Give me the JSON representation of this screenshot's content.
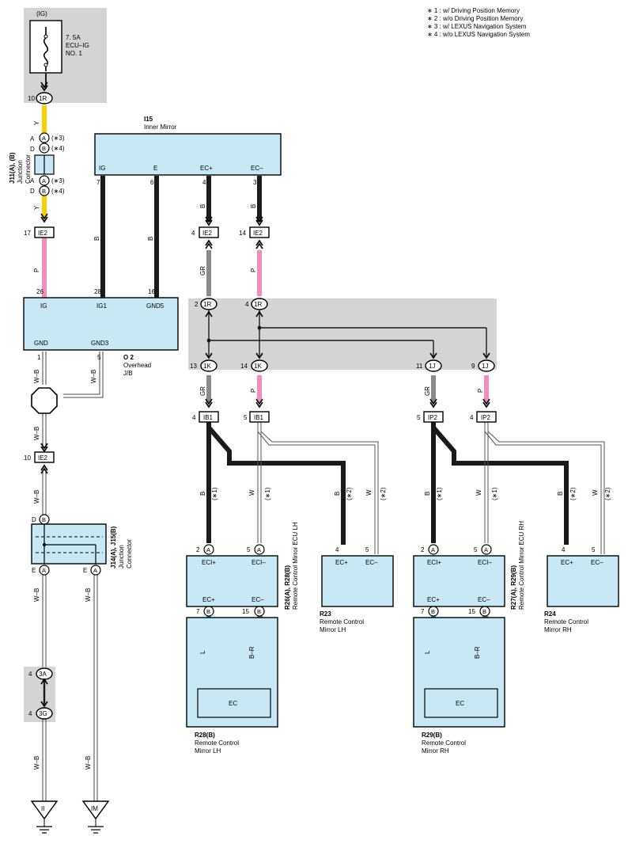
{
  "notes": [
    "∗ 1 : w/ Driving Position Memory",
    "∗ 2 : w/o Driving Position Memory",
    "∗ 3 : w/ LEXUS Navigation System",
    "∗ 4 : w/o LEXUS Navigation System"
  ],
  "fuse": {
    "source": "(IG)",
    "rating": "7. 5A",
    "name": "ECU–IG",
    "number": "NO. 1"
  },
  "connectors": {
    "j11": {
      "code": "J11(A), (B)",
      "name": "Junction",
      "name2": "Connector",
      "pin_a": "A",
      "pin_b": "B",
      "pin_d": "D",
      "n3": "(∗3)",
      "n4": "(∗4)"
    },
    "i15": {
      "code": "I15",
      "name": "Inner Mirror",
      "pins": [
        "IG",
        "E",
        "EC+",
        "EC–"
      ],
      "nums": [
        "7",
        "6",
        "4",
        "3"
      ]
    },
    "o2": {
      "code": "O 2",
      "name": "Overhead",
      "name2": "J/B",
      "top_pins": [
        "IG",
        "IG1",
        "GND5"
      ],
      "top_nums": [
        "26",
        "28",
        "16"
      ],
      "bot_pins": [
        "GND",
        "GND3"
      ],
      "bot_nums": [
        "1",
        "5"
      ]
    },
    "j14": {
      "code": "J14(A), J15(B)",
      "name": "Junction",
      "name2": "Connector",
      "pin_d": "D",
      "pin_e": "E",
      "pin_a": "A",
      "pin_b": "B"
    },
    "r26": {
      "code": "R26(A), R28(B)",
      "name": "Remote Control Mirror ECU LH",
      "top_pins": [
        "ECI+",
        "ECI–"
      ],
      "top_nums": [
        "2",
        "5"
      ],
      "top_letter": "A",
      "bot_pins": [
        "EC+",
        "EC–"
      ],
      "bot_nums": [
        "7",
        "15"
      ],
      "bot_letter": "B"
    },
    "r27": {
      "code": "R27(A), R29(B)",
      "name": "Remote Control Mirror ECU RH",
      "top_pins": [
        "ECI+",
        "ECI–"
      ],
      "top_nums": [
        "2",
        "5"
      ],
      "top_letter": "A",
      "bot_pins": [
        "EC+",
        "EC–"
      ],
      "bot_nums": [
        "7",
        "15"
      ],
      "bot_letter": "B"
    },
    "r23": {
      "code": "R23",
      "name": "Remote Control",
      "name2": "Mirror LH",
      "pins": [
        "EC+",
        "EC–"
      ],
      "nums": [
        "4",
        "5"
      ]
    },
    "r24": {
      "code": "R24",
      "name": "Remote Control",
      "name2": "Mirror RH",
      "pins": [
        "EC+",
        "EC–"
      ],
      "nums": [
        "4",
        "5"
      ]
    },
    "r28": {
      "code": "R28(B)",
      "name": "Remote Control",
      "name2": "Mirror LH",
      "inner": "EC"
    },
    "r29": {
      "code": "R29(B)",
      "name": "Remote Control",
      "name2": "Mirror RH",
      "inner": "EC"
    }
  },
  "terminals": {
    "j1r_10": {
      "num": "10",
      "id": "1R"
    },
    "ie2_17": {
      "num": "17",
      "id": "IE2"
    },
    "ie2_4": {
      "num": "4",
      "id": "IE2"
    },
    "ie2_14": {
      "num": "14",
      "id": "IE2"
    },
    "ie2_10": {
      "num": "10",
      "id": "IE2"
    },
    "r1_2": {
      "num": "2",
      "id": "1R"
    },
    "r1_4": {
      "num": "4",
      "id": "1R"
    },
    "k1_13": {
      "num": "13",
      "id": "1K"
    },
    "k1_14": {
      "num": "14",
      "id": "1K"
    },
    "j1_11": {
      "num": "11",
      "id": "1J"
    },
    "j1_9": {
      "num": "9",
      "id": "1J"
    },
    "ib1_4": {
      "num": "4",
      "id": "IB1"
    },
    "ib1_5": {
      "num": "5",
      "id": "IB1"
    },
    "ip2_5": {
      "num": "5",
      "id": "IP2"
    },
    "ip2_4": {
      "num": "4",
      "id": "IP2"
    },
    "a3_4": {
      "num": "4",
      "id": "3A"
    },
    "g3_4": {
      "num": "4",
      "id": "3G"
    }
  },
  "wires": {
    "y": "Y",
    "p": "P",
    "b": "B",
    "gr": "GR",
    "wb": "W–B",
    "w": "W",
    "l": "L",
    "br": "B–R",
    "s1": "(∗1)",
    "s2": "(∗2)"
  },
  "grounds": {
    "ii": "II",
    "im": "IM"
  },
  "colors": {
    "yellow": "#f5d000",
    "pink": "#f08dbd",
    "gray": "#8a8a8a",
    "blue": "#0aa6e6",
    "black": "#1a1a1a",
    "red": "#e23030",
    "box": "#c9e8f6",
    "shade": "#d4d4d4"
  }
}
